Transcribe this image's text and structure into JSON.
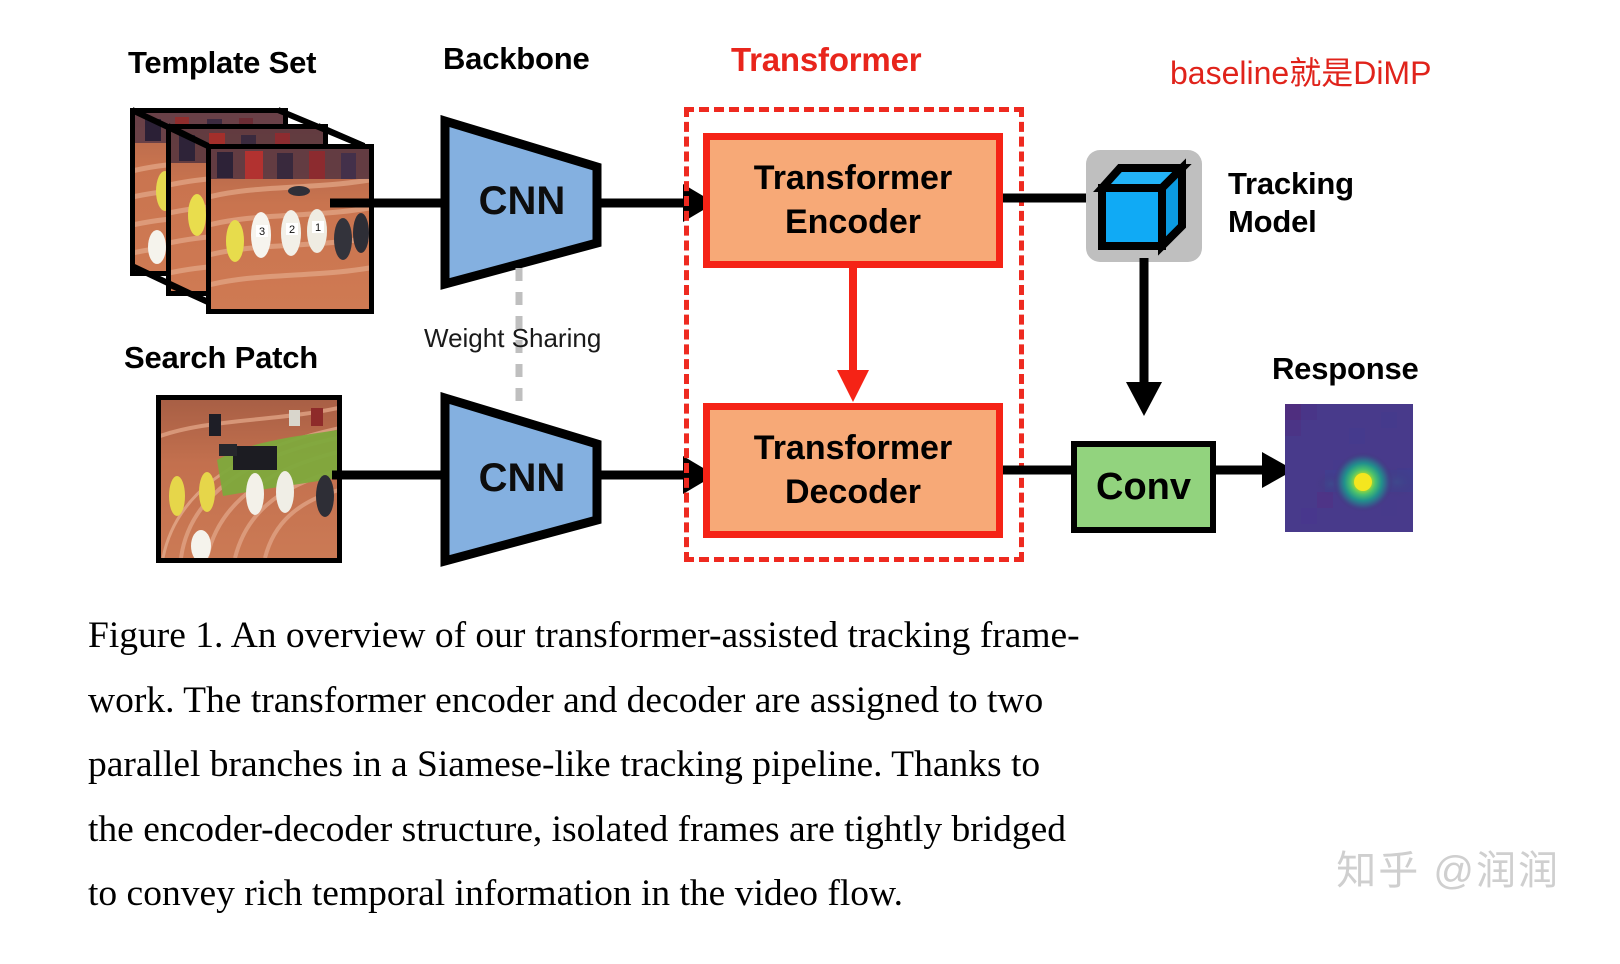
{
  "figure": {
    "labels": {
      "template_set": "Template Set",
      "backbone": "Backbone",
      "transformer": "Transformer",
      "search_patch": "Search Patch",
      "tracking_model": "Tracking\nModel",
      "tracking_model_line1": "Tracking",
      "tracking_model_line2": "Model",
      "response": "Response",
      "weight_sharing": "Weight Sharing"
    },
    "annotation": {
      "text": "baseline就是DiMP",
      "color": "#e0231b"
    },
    "blocks": {
      "cnn_top": "CNN",
      "cnn_bottom": "CNN",
      "encoder_line1": "Transformer",
      "encoder_line2": "Encoder",
      "decoder_line1": "Transformer",
      "decoder_line2": "Decoder",
      "conv": "Conv"
    },
    "colors": {
      "transformer_red": "#ee2a20",
      "block_fill": "#f7a977",
      "block_border": "#f52316",
      "cnn_fill": "#84b0e0",
      "conv_fill": "#92d37e",
      "badge_gray": "#bfbfbf",
      "cube_blue": "#10aaf5",
      "arrow_black": "#000000"
    },
    "icons": {
      "tracking_model": "cube-icon",
      "response": "heatmap-icon"
    }
  },
  "caption": {
    "lines": [
      "Figure 1. An overview of our transformer-assisted tracking frame-",
      "work. The transformer encoder and decoder are assigned to two",
      "parallel branches in a Siamese-like tracking pipeline. Thanks to",
      "the encoder-decoder structure, isolated frames are tightly bridged",
      "to convey rich temporal information in the video flow."
    ],
    "full": "Figure 1. An overview of our transformer-assisted tracking framework. The transformer encoder and decoder are assigned to two parallel branches in a Siamese-like tracking pipeline. Thanks to the encoder-decoder structure, isolated frames are tightly bridged to convey rich temporal information in the video flow."
  },
  "watermark": {
    "text": "知乎 @润润"
  }
}
